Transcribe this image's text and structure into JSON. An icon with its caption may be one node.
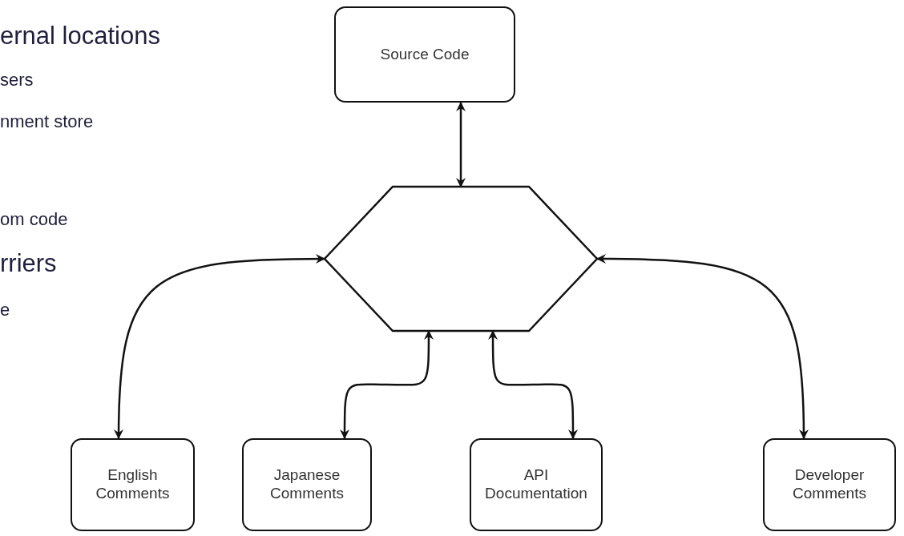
{
  "diagram": {
    "nodes": [
      {
        "text": [
          "Source Code"
        ]
      },
      {
        "text": [],
        "shape": "hexagon"
      },
      {
        "text": [
          "English Comments"
        ]
      },
      {
        "text": [
          "Japanese Comments"
        ]
      },
      {
        "text": [
          "API Documentation"
        ]
      },
      {
        "text": [
          "Developer Comments"
        ]
      }
    ],
    "edges": [
      {
        "from": 0,
        "to": 1,
        "arrow": "both"
      },
      {
        "from": 1,
        "to": 2,
        "arrow": "both"
      },
      {
        "from": 1,
        "to": 3,
        "arrow": "both"
      },
      {
        "from": 1,
        "to": 4,
        "arrow": "both"
      },
      {
        "from": 1,
        "to": 5,
        "arrow": "both"
      }
    ],
    "labels": [
      "ernal locations",
      "sers",
      "nment store",
      "om code",
      "rriers",
      "e"
    ]
  }
}
